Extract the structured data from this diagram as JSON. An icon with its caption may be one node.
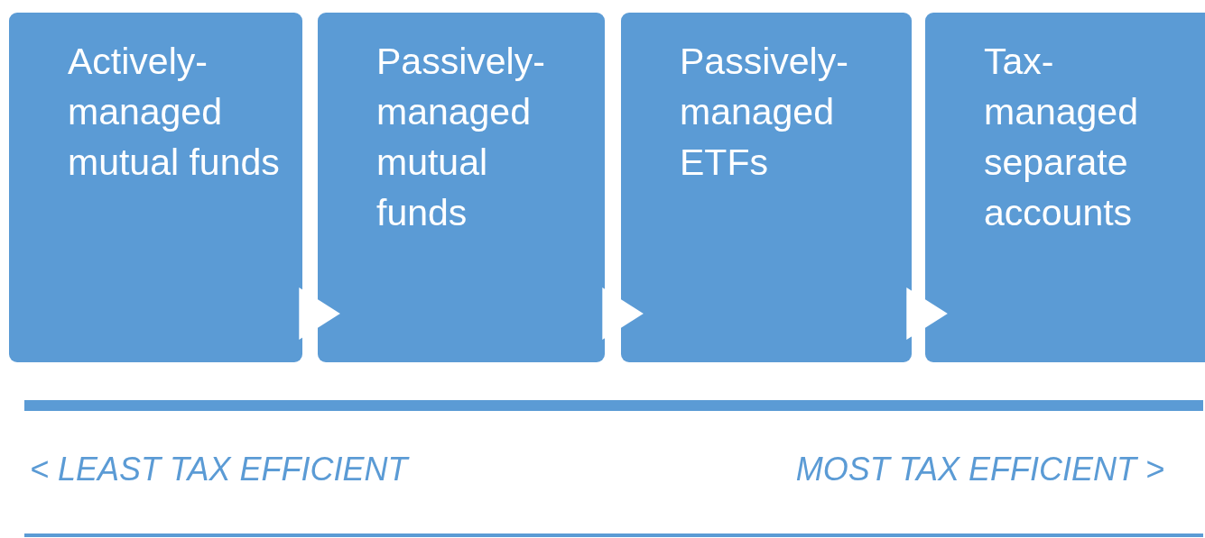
{
  "diagram": {
    "nodes": [
      {
        "text": [
          "Actively-managed mutual funds"
        ]
      },
      {
        "text": [
          "Passively-managed mutual funds"
        ]
      },
      {
        "text": [
          "Passively-managed ETFs"
        ]
      },
      {
        "text": [
          "Tax-managed separate accounts"
        ]
      }
    ],
    "edges": [
      {
        "from": 0,
        "to": 1,
        "arrow": "to"
      },
      {
        "from": 1,
        "to": 2,
        "arrow": "to"
      },
      {
        "from": 2,
        "to": 3,
        "arrow": "to"
      }
    ],
    "labels": [
      "< LEAST TAX EFFICIENT",
      "MOST TAX EFFICIENT >"
    ]
  }
}
